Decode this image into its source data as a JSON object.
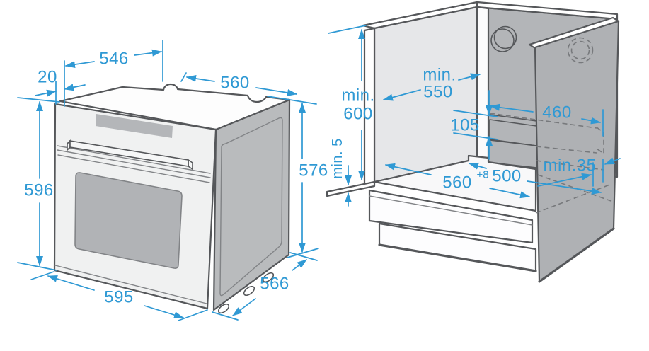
{
  "colors": {
    "accent": "#2f99d4",
    "outline": "#55575a",
    "inner": "#828487",
    "dash": "#77797c",
    "oven_top": "#fdfdfd",
    "oven_front": "#f0f1f1",
    "oven_side": "#b9bbbd",
    "glass": "#b1b3b6",
    "display": "#b4b6b9",
    "handle": "#f6f7f7",
    "wall_left": "#e6e7e9",
    "wall_back": "#b3b5b8",
    "wall_right": "#afb1b4",
    "floor": "#f8f8f9",
    "panel_white": "#fdfdfe",
    "slot_side": "#8f9194",
    "hole_rim": "#a8aaad",
    "hole_face": "#eef0f0"
  },
  "oven_dims": {
    "top_width": "546",
    "front_overhang": "20",
    "top_depth": "560",
    "carcass_height": "576",
    "front_height": "596",
    "front_width": "595",
    "side_depth": "566"
  },
  "cabinet_dims": {
    "height_min_prefix": "min.",
    "height_min_value": "600",
    "depth_min_prefix": "min.",
    "depth_min_value": "550",
    "bottom_gap_min": "min. 5",
    "cutout_height": "105",
    "cutout_width": "460",
    "niche_width": "560",
    "niche_width_tolerance": "+8",
    "niche_depth": "500",
    "side_gap_min": "min.35"
  }
}
